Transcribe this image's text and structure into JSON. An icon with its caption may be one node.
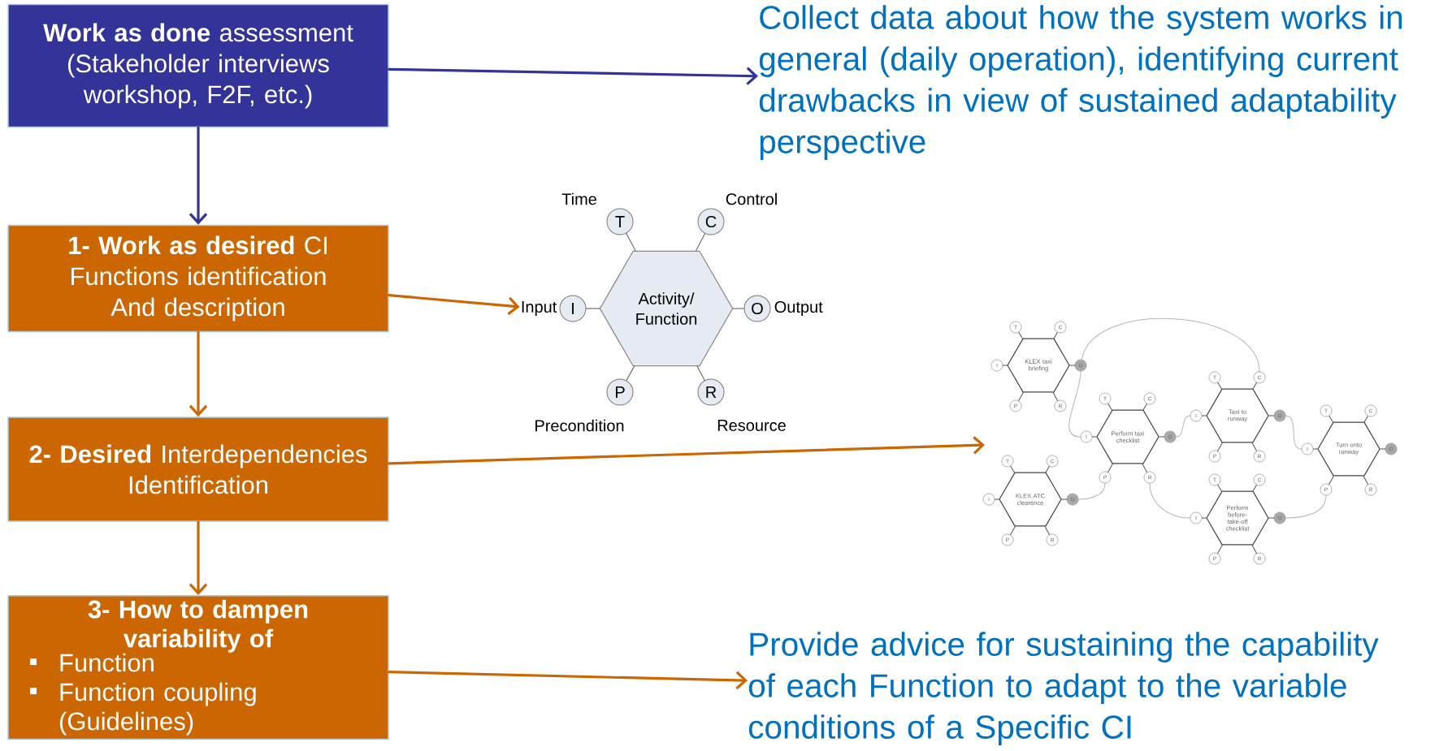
{
  "diagram": {
    "nodes": [
      {
        "text": [
          "**Work as done** assessment (Stakeholder interviews workshop, F2F, etc.)"
        ]
      },
      {
        "text": [
          "**1- Work as desired** CI Functions identification And description"
        ]
      },
      {
        "text": [
          "**2- Desired** Interdependencies Identification"
        ]
      },
      {
        "text": [
          "3- How to dampen variability of",
          "Function",
          "Function coupling (Guidelines)"
        ]
      },
      {
        "text": [
          "Collect data about how the system works in general (daily operation), identifying current drawbacks in view of sustained adaptability perspective"
        ]
      },
      {
        "text": [
          "Activity/ Function"
        ]
      },
      {
        "text": [
          "T"
        ],
        "beside": [
          "Time"
        ]
      },
      {
        "text": [
          "C"
        ],
        "beside": [
          "Control"
        ]
      },
      {
        "text": [
          "I"
        ],
        "beside": [
          "Input"
        ]
      },
      {
        "text": [
          "O"
        ],
        "beside": [
          "Output"
        ]
      },
      {
        "text": [
          "P"
        ],
        "beside": [
          "Precondition"
        ]
      },
      {
        "text": [
          "R"
        ],
        "beside": [
          "Resource"
        ]
      },
      {
        "text": [
          "KLEX taxi briefing"
        ]
      },
      {
        "text": [
          "T"
        ]
      },
      {
        "text": [
          "C"
        ]
      },
      {
        "text": [
          "I"
        ]
      },
      {
        "text": [
          "O"
        ]
      },
      {
        "text": [
          "P"
        ]
      },
      {
        "text": [
          "R"
        ]
      },
      {
        "text": [
          "Perform taxi checklist"
        ]
      },
      {
        "text": [
          "T"
        ]
      },
      {
        "text": [
          "C"
        ]
      },
      {
        "text": [
          "I"
        ]
      },
      {
        "text": [
          "O"
        ]
      },
      {
        "text": [
          "P"
        ]
      },
      {
        "text": [
          "R"
        ]
      },
      {
        "text": [
          "Taxi to runway"
        ]
      },
      {
        "text": [
          "T"
        ]
      },
      {
        "text": [
          "C"
        ]
      },
      {
        "text": [
          "I"
        ]
      },
      {
        "text": [
          "O"
        ]
      },
      {
        "text": [
          "P"
        ]
      },
      {
        "text": [
          "R"
        ]
      },
      {
        "text": [
          "KLEX ATC clearance"
        ]
      },
      {
        "text": [
          "T"
        ]
      },
      {
        "text": [
          "C"
        ]
      },
      {
        "text": [
          "I"
        ]
      },
      {
        "text": [
          "O"
        ]
      },
      {
        "text": [
          "P"
        ]
      },
      {
        "text": [
          "R"
        ]
      },
      {
        "text": [
          "Perform before-take-off checklist"
        ]
      },
      {
        "text": [
          "T"
        ]
      },
      {
        "text": [
          "C"
        ]
      },
      {
        "text": [
          "I"
        ]
      },
      {
        "text": [
          "O"
        ]
      },
      {
        "text": [
          "P"
        ]
      },
      {
        "text": [
          "R"
        ]
      },
      {
        "text": [
          "Turn onto runway"
        ]
      },
      {
        "text": [
          "T"
        ]
      },
      {
        "text": [
          "C"
        ]
      },
      {
        "text": [
          "I"
        ]
      },
      {
        "text": [
          "O"
        ]
      },
      {
        "text": [
          "P"
        ]
      },
      {
        "text": [
          "R"
        ]
      },
      {
        "text": [
          "Provide advice for sustaining the capability of each Function to adapt to the variable conditions of a Specific CI"
        ]
      }
    ],
    "edges": [
      {
        "from": 0,
        "to": 1,
        "arrow": "to",
        "color": "#333399"
      },
      {
        "from": 1,
        "to": 2,
        "arrow": "to",
        "color": "#cc6600"
      },
      {
        "from": 2,
        "to": 3,
        "arrow": "to",
        "color": "#cc6600"
      },
      {
        "from": 0,
        "to": 4,
        "arrow": "to",
        "color": "#333399"
      },
      {
        "from": 1,
        "to": 8,
        "arrow": "to",
        "color": "#cc6600"
      },
      {
        "from": 2,
        "to": null,
        "arrow": "to",
        "color": "#cc6600"
      },
      {
        "from": 3,
        "to": 54,
        "arrow": "to",
        "color": "#cc6600"
      },
      {
        "from": 5,
        "to": 6,
        "arrow": "none"
      },
      {
        "from": 5,
        "to": 7,
        "arrow": "none"
      },
      {
        "from": 5,
        "to": 8,
        "arrow": "none"
      },
      {
        "from": 5,
        "to": 9,
        "arrow": "none"
      },
      {
        "from": 5,
        "to": 10,
        "arrow": "none"
      },
      {
        "from": 5,
        "to": 11,
        "arrow": "none"
      },
      {
        "from": 12,
        "to": 13,
        "arrow": "none"
      },
      {
        "from": 12,
        "to": 14,
        "arrow": "none"
      },
      {
        "from": 12,
        "to": 15,
        "arrow": "none"
      },
      {
        "from": 12,
        "to": 16,
        "arrow": "none"
      },
      {
        "from": 12,
        "to": 17,
        "arrow": "none"
      },
      {
        "from": 12,
        "to": 18,
        "arrow": "none"
      },
      {
        "from": 19,
        "to": 20,
        "arrow": "none"
      },
      {
        "from": 19,
        "to": 21,
        "arrow": "none"
      },
      {
        "from": 19,
        "to": 22,
        "arrow": "none"
      },
      {
        "from": 19,
        "to": 23,
        "arrow": "none"
      },
      {
        "from": 19,
        "to": 24,
        "arrow": "none"
      },
      {
        "from": 19,
        "to": 25,
        "arrow": "none"
      },
      {
        "from": 26,
        "to": 27,
        "arrow": "none"
      },
      {
        "from": 26,
        "to": 28,
        "arrow": "none"
      },
      {
        "from": 26,
        "to": 29,
        "arrow": "none"
      },
      {
        "from": 26,
        "to": 30,
        "arrow": "none"
      },
      {
        "from": 26,
        "to": 31,
        "arrow": "none"
      },
      {
        "from": 26,
        "to": 32,
        "arrow": "none"
      },
      {
        "from": 33,
        "to": 34,
        "arrow": "none"
      },
      {
        "from": 33,
        "to": 35,
        "arrow": "none"
      },
      {
        "from": 33,
        "to": 36,
        "arrow": "none"
      },
      {
        "from": 33,
        "to": 37,
        "arrow": "none"
      },
      {
        "from": 33,
        "to": 38,
        "arrow": "none"
      },
      {
        "from": 33,
        "to": 39,
        "arrow": "none"
      },
      {
        "from": 40,
        "to": 41,
        "arrow": "none"
      },
      {
        "from": 40,
        "to": 42,
        "arrow": "none"
      },
      {
        "from": 40,
        "to": 43,
        "arrow": "none"
      },
      {
        "from": 40,
        "to": 44,
        "arrow": "none"
      },
      {
        "from": 40,
        "to": 45,
        "arrow": "none"
      },
      {
        "from": 40,
        "to": 46,
        "arrow": "none"
      },
      {
        "from": 47,
        "to": 48,
        "arrow": "none"
      },
      {
        "from": 47,
        "to": 49,
        "arrow": "none"
      },
      {
        "from": 47,
        "to": 50,
        "arrow": "none"
      },
      {
        "from": 47,
        "to": 51,
        "arrow": "none"
      },
      {
        "from": 47,
        "to": 52,
        "arrow": "none"
      },
      {
        "from": 47,
        "to": 53,
        "arrow": "none"
      },
      {
        "from": 16,
        "to": 22,
        "arrow": "none",
        "color": "#b5b5b5"
      },
      {
        "from": 16,
        "to": 28,
        "arrow": "none",
        "color": "#b5b5b5"
      },
      {
        "from": 37,
        "to": 24,
        "arrow": "none",
        "color": "#b5b5b5"
      },
      {
        "from": 23,
        "to": 29,
        "arrow": "none",
        "color": "#b5b5b5"
      },
      {
        "from": 25,
        "to": 43,
        "arrow": "none",
        "color": "#b5b5b5"
      },
      {
        "from": 30,
        "to": 50,
        "arrow": "none",
        "color": "#b5b5b5"
      },
      {
        "from": 44,
        "to": 52,
        "arrow": "none",
        "color": "#b5b5b5"
      }
    ]
  }
}
